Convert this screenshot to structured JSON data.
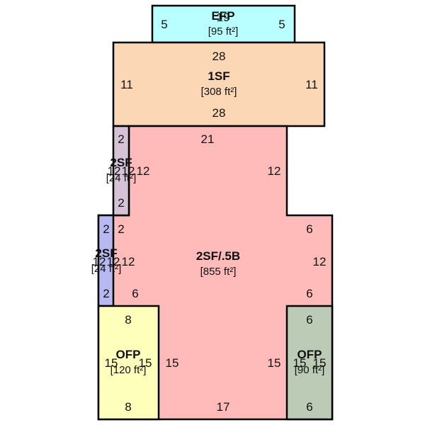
{
  "colors": {
    "efp": "#b9ffff",
    "sf1": "#fcd7b6",
    "main": "#ffbaba",
    "sf2_upper": "#d6c2d6",
    "sf2_lower": "#b8b8f2",
    "ofp_left": "#ffffbc",
    "ofp_right": "#bccbb6",
    "stroke": "#000000"
  },
  "efp": {
    "label": "EFP",
    "area": "[95 ft²]",
    "dim_top": "19",
    "dim_left": "5",
    "dim_right": "5"
  },
  "sf1": {
    "label": "1SF",
    "area": "[308 ft²]",
    "dim_top": "28",
    "dim_bottom": "28",
    "dim_left": "11",
    "dim_right": "11"
  },
  "main": {
    "label": "2SF/.5B",
    "area": "[855 ft²]",
    "dims": {
      "top": "21",
      "upper_left_12": "12",
      "upper_right_12": "12",
      "left_step_2": "2",
      "right_step_6": "6",
      "lower_left_12": "12",
      "lower_right_12": "12",
      "bottom_left_6": "6",
      "bottom_right_6": "6",
      "left_15": "15",
      "right_15": "15",
      "bottom": "17"
    }
  },
  "sf2_upper": {
    "label": "2SF",
    "area": "[24 ft²]",
    "dim_top": "2",
    "dim_bottom": "2",
    "dim_left": "12",
    "dim_right": "12"
  },
  "sf2_lower": {
    "label": "2SF",
    "area": "[24 ft²]",
    "dim_top": "2",
    "dim_bottom": "2",
    "dim_left": "12",
    "dim_right": "12"
  },
  "ofp_left": {
    "label": "OFP",
    "area": "[120 ft²]",
    "dim_top": "8",
    "dim_bottom": "8",
    "dim_left": "15",
    "dim_right": "15"
  },
  "ofp_right": {
    "label": "OFP",
    "area": "[90 ft²]",
    "dim_top": "6",
    "dim_bottom": "6",
    "dim_left": "15",
    "dim_right": "15"
  }
}
